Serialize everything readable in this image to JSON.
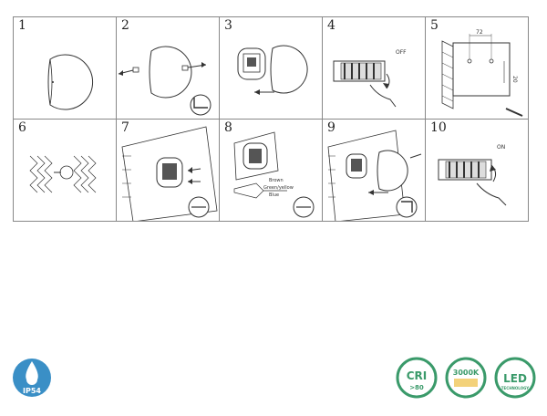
{
  "steps": [
    {
      "number": "1"
    },
    {
      "number": "2"
    },
    {
      "number": "3"
    },
    {
      "number": "4",
      "label": "OFF"
    },
    {
      "number": "5",
      "dim_horizontal": "72",
      "dim_vertical": "20"
    },
    {
      "number": "6"
    },
    {
      "number": "7"
    },
    {
      "number": "8",
      "wire_labels": [
        "Brown",
        "Green/yellow",
        "Blue"
      ]
    },
    {
      "number": "9"
    },
    {
      "number": "10",
      "label": "ON"
    }
  ],
  "badges": {
    "ip": {
      "text": "IP54",
      "color": "#3a8fc6"
    },
    "cri": {
      "text": "CRI",
      "sub": ">80",
      "color": "#3a9a6a"
    },
    "temp": {
      "text": "3000K",
      "color": "#3a9a6a"
    },
    "led": {
      "text": "LED",
      "sub": "TECHNOLOGY",
      "color": "#3a9a6a"
    }
  }
}
